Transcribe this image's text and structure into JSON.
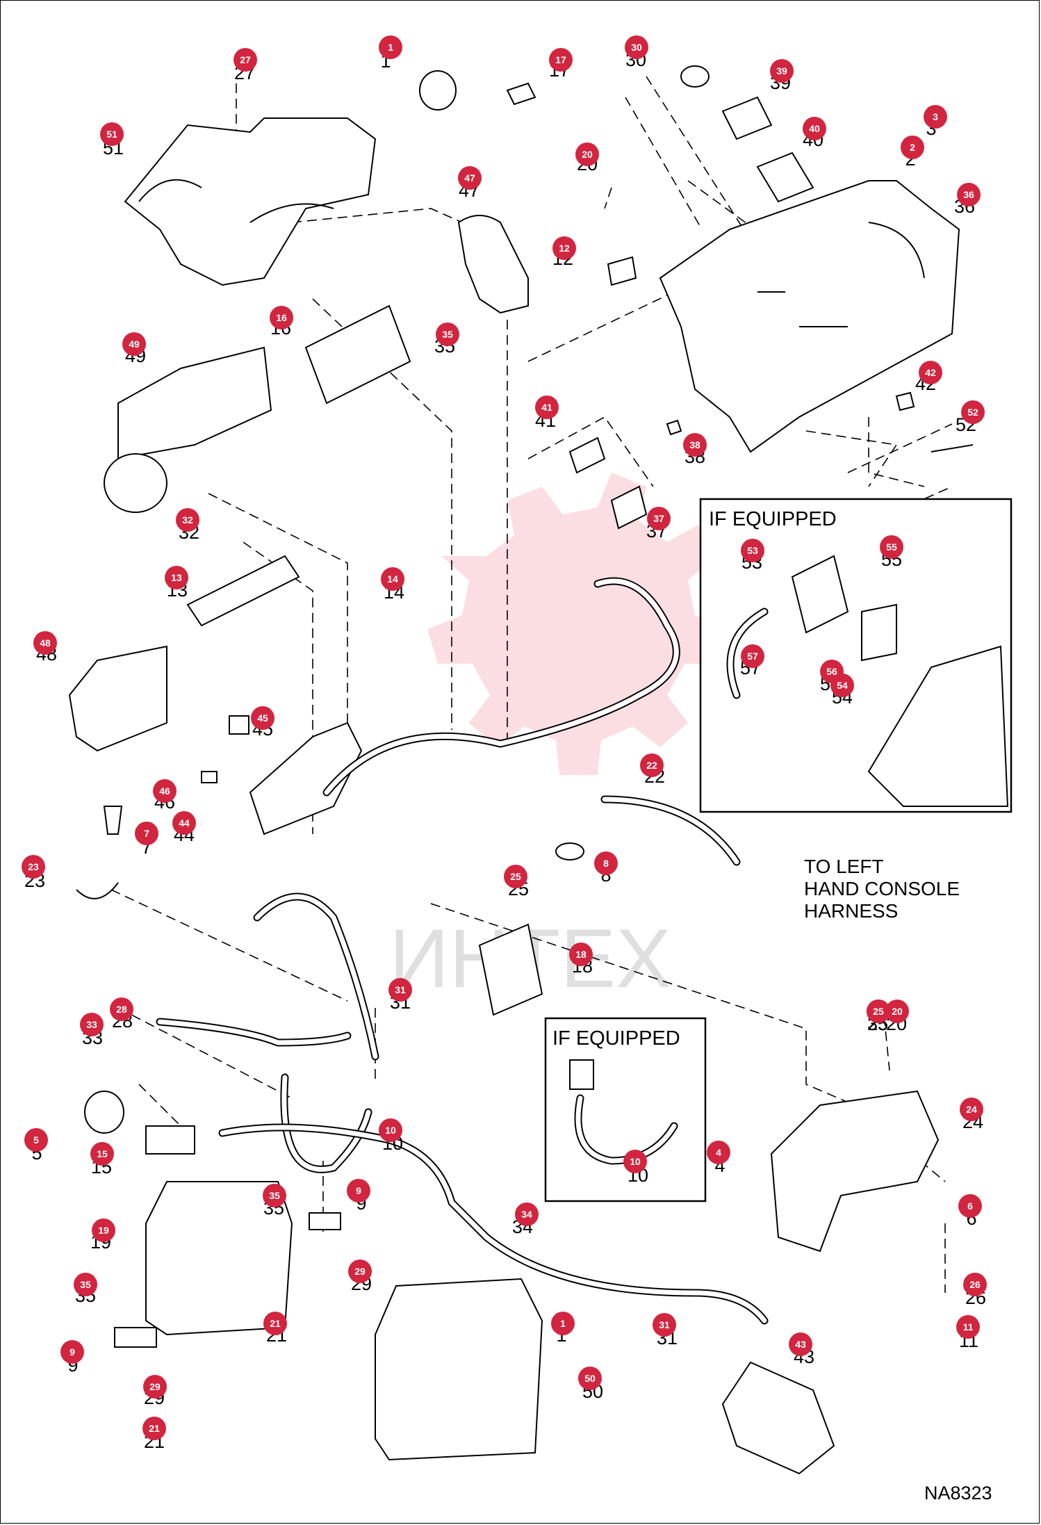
{
  "diagram_code": "NA8323",
  "note_lines": [
    "TO LEFT",
    "HAND CONSOLE",
    "HARNESS"
  ],
  "boxes": [
    {
      "title": "IF EQUIPPED"
    },
    {
      "title": "IF EQUIPPED"
    }
  ],
  "watermark": "ИНТЕХ",
  "callout_color": "#d2253f",
  "parts": [
    {
      "n": "1"
    },
    {
      "n": "27"
    },
    {
      "n": "51"
    },
    {
      "n": "17"
    },
    {
      "n": "30"
    },
    {
      "n": "39"
    },
    {
      "n": "40"
    },
    {
      "n": "3"
    },
    {
      "n": "2"
    },
    {
      "n": "20"
    },
    {
      "n": "47"
    },
    {
      "n": "36"
    },
    {
      "n": "12"
    },
    {
      "n": "16"
    },
    {
      "n": "35"
    },
    {
      "n": "49"
    },
    {
      "n": "41"
    },
    {
      "n": "42"
    },
    {
      "n": "52"
    },
    {
      "n": "38"
    },
    {
      "n": "37"
    },
    {
      "n": "32"
    },
    {
      "n": "53"
    },
    {
      "n": "55"
    },
    {
      "n": "13"
    },
    {
      "n": "14"
    },
    {
      "n": "57"
    },
    {
      "n": "56"
    },
    {
      "n": "54"
    },
    {
      "n": "48"
    },
    {
      "n": "45"
    },
    {
      "n": "22"
    },
    {
      "n": "46"
    },
    {
      "n": "44"
    },
    {
      "n": "7"
    },
    {
      "n": "8"
    },
    {
      "n": "23"
    },
    {
      "n": "25"
    },
    {
      "n": "18"
    },
    {
      "n": "31"
    },
    {
      "n": "33"
    },
    {
      "n": "28"
    },
    {
      "n": "5"
    },
    {
      "n": "15"
    },
    {
      "n": "10"
    },
    {
      "n": "24"
    },
    {
      "n": "4"
    },
    {
      "n": "19"
    },
    {
      "n": "9"
    },
    {
      "n": "29"
    },
    {
      "n": "21"
    },
    {
      "n": "34"
    },
    {
      "n": "6"
    },
    {
      "n": "26"
    },
    {
      "n": "11"
    },
    {
      "n": "50"
    },
    {
      "n": "43"
    }
  ]
}
